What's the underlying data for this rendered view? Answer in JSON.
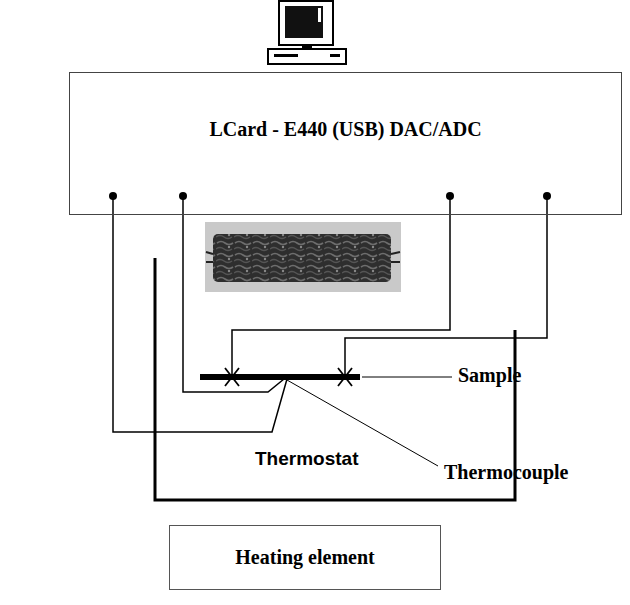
{
  "diagram": {
    "nodes": [
      {
        "text": [
          "LCard - E440 (USB) DAC/ADC"
        ]
      },
      {
        "text": [
          "Thermostat"
        ]
      },
      {
        "text": [
          "Heating element"
        ]
      }
    ],
    "labels": [
      "Sample",
      "Thermocouple"
    ]
  }
}
